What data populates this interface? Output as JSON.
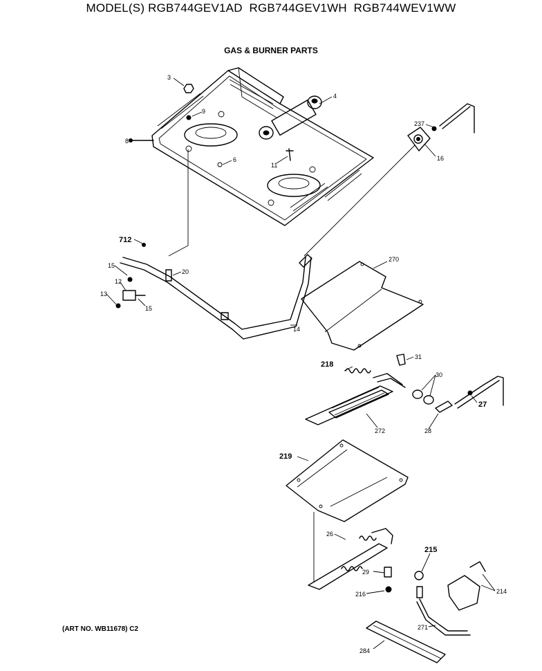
{
  "header": {
    "models": "MODEL(S) RGB744GEV1AD  RGB744GEV1WH  RGB744WEV1WW",
    "section_title": "GAS & BURNER PARTS"
  },
  "footer": {
    "art_number": "(ART NO. WB11678) C2"
  },
  "callouts": {
    "c3": "3",
    "c4": "4",
    "c6": "6",
    "c9": "9",
    "c11": "11",
    "c237": "237",
    "c16": "16",
    "c8": "8",
    "c712": "712",
    "c15a": "15",
    "c20": "20",
    "c12": "12",
    "c13": "13",
    "c15b": "15",
    "c14": "14",
    "c270": "270",
    "c31": "31",
    "c218": "218",
    "c30": "30",
    "c27": "27",
    "c272": "272",
    "c28": "28",
    "c219": "219",
    "c26": "26",
    "c215": "215",
    "c29": "29",
    "c216": "216",
    "c214": "214",
    "c271": "271",
    "c284": "284"
  }
}
